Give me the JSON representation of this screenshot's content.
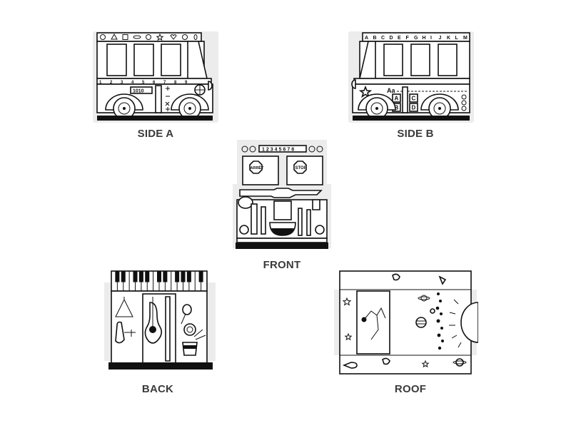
{
  "panels": {
    "side_a": {
      "label": "SIDE A",
      "ruler_numbers": [
        "1",
        "2",
        "3",
        "4",
        "5",
        "6",
        "7",
        "8",
        "9"
      ],
      "counter": "1010"
    },
    "side_b": {
      "label": "SIDE B",
      "alphabet": [
        "A",
        "B",
        "C",
        "D",
        "E",
        "F",
        "G",
        "H",
        "I",
        "J",
        "K",
        "L",
        "M"
      ],
      "blocks": [
        "A",
        "B",
        "C",
        "D"
      ],
      "handwriting": "Aa"
    },
    "front": {
      "label": "FRONT",
      "sign_left": "ARRÊT",
      "sign_right": "STOP",
      "ruler": "12345678"
    },
    "back": {
      "label": "BACK"
    },
    "roof": {
      "label": "ROOF"
    }
  },
  "colors": {
    "label": "#3a3a3a",
    "line": "#111111",
    "tab": "#ececec"
  }
}
